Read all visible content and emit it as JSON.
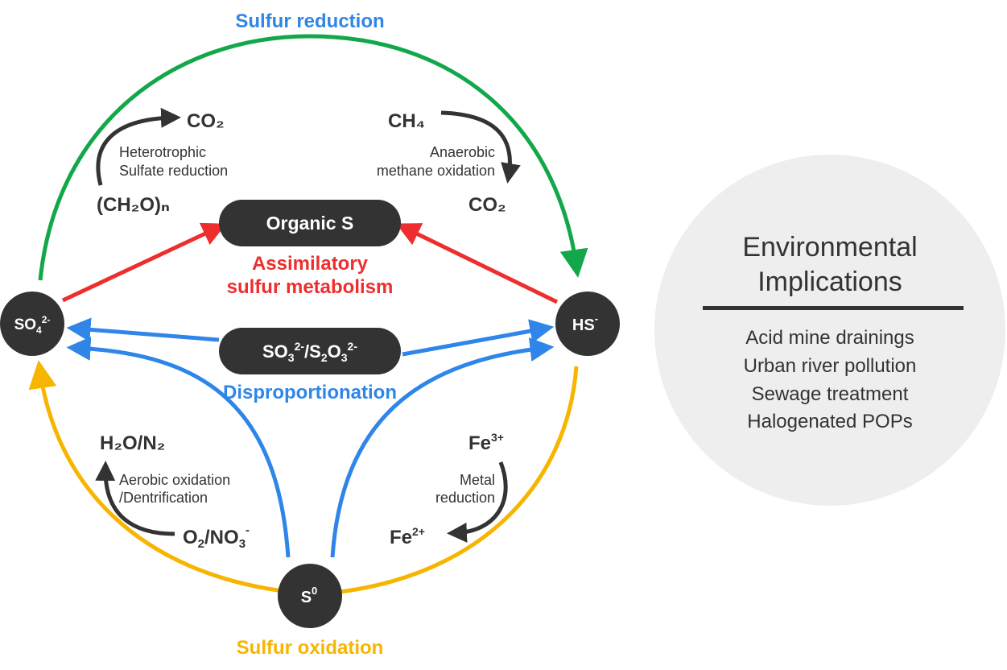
{
  "colors": {
    "green": "#12a84a",
    "blue": "#2f86e8",
    "red": "#ee2e2e",
    "yellow": "#f7b500",
    "dark": "#333333",
    "panel": "#eeeeee"
  },
  "titles": {
    "sulfur_reduction": "Sulfur reduction",
    "sulfur_oxidation": "Sulfur oxidation",
    "assimilatory_1": "Assimilatory",
    "assimilatory_2": "sulfur metabolism",
    "disproportionation": "Disproportionation"
  },
  "nodes": {
    "sulfate": {
      "base": "SO",
      "sub": "4",
      "sup": "2-"
    },
    "sulfide": {
      "base": "HS",
      "sup": "-"
    },
    "elemental": {
      "base": "S",
      "sup": "0"
    },
    "organic_s": "Organic S",
    "intermediates": {
      "a": "SO",
      "a_sub": "3",
      "a_sup": "2-",
      "slash": "/S",
      "b_sub": "2",
      "b": "O",
      "b_sub2": "3",
      "b_sup": "2-"
    }
  },
  "processes": {
    "heterotrophic": {
      "label_1": "Heterotrophic",
      "label_2": "Sulfate reduction",
      "reactant": "(CH₂O)ₙ",
      "product": "CO₂"
    },
    "anaerobic": {
      "label_1": "Anaerobic",
      "label_2": "methane oxidation",
      "reactant": "CH₄",
      "product": "CO₂"
    },
    "aerobic": {
      "label_1": "Aerobic oxidation",
      "label_2": "/Dentrification",
      "product": "H₂O/N₂",
      "reactant_base": "O",
      "reactant_sub": "2",
      "reactant_mid": "/NO",
      "reactant_sub2": "3",
      "reactant_sup": "-"
    },
    "metal": {
      "label_1": "Metal",
      "label_2": "reduction",
      "reactant_base": "Fe",
      "reactant_sup": "3+",
      "product_base": "Fe",
      "product_sup": "2+"
    }
  },
  "panel": {
    "title_1": "Environmental",
    "title_2": "Implications",
    "items": [
      "Acid mine drainings",
      "Urban river pollution",
      "Sewage treatment",
      "Halogenated POPs"
    ]
  }
}
